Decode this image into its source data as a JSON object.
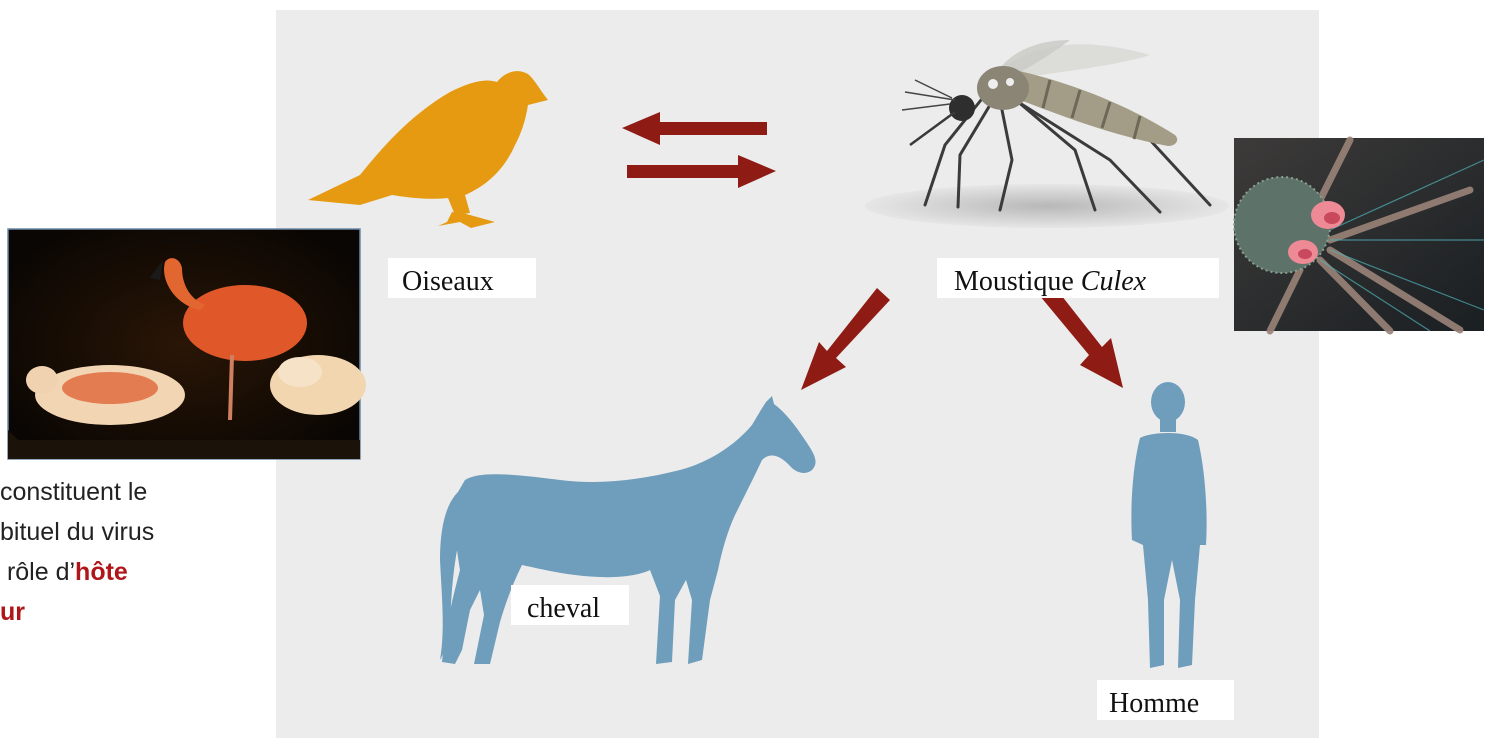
{
  "labels": {
    "birds": "Oiseaux",
    "mosquito_prefix": "Moustique ",
    "mosquito_genus": "Culex",
    "horse": "cheval",
    "human": "Homme"
  },
  "caption": {
    "line1": "constituent le",
    "line2": "bituel du virus",
    "line3_prefix": " rôle d’",
    "line3_emph": "hôte",
    "line4_emph": "ur"
  },
  "colors": {
    "panel_bg": "#ececec",
    "arrow": "#8e1b14",
    "bird": "#e59a12",
    "silhouette": "#6f9dbc",
    "emphasis": "#b0151a"
  },
  "icons": {
    "bird": "bird-silhouette-icon",
    "mosquito": "mosquito-illustration",
    "horse": "horse-silhouette-icon",
    "human": "human-silhouette-icon",
    "flamingos": "flamingo-photo",
    "mosquito_closeup": "mosquito-head-closeup-photo"
  }
}
